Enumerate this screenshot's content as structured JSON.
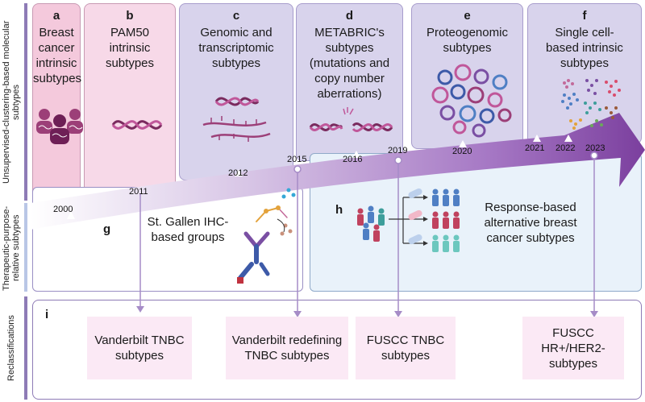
{
  "side_labels": {
    "top": "Unsupervised-clustering-based molecular subtypes",
    "middle": "Therapeutic-purpose-relative subtypes",
    "bottom": "Reclassifications"
  },
  "panels": {
    "a": {
      "letter": "a",
      "title": "Breast cancer intrinsic subtypes"
    },
    "b": {
      "letter": "b",
      "title": "PAM50 intrinsic subtypes"
    },
    "c": {
      "letter": "c",
      "title": "Genomic and transcriptomic subtypes"
    },
    "d": {
      "letter": "d",
      "title": "METABRIC's subtypes (mutations and copy number aberrations)"
    },
    "e": {
      "letter": "e",
      "title": "Proteogenomic subtypes"
    },
    "f": {
      "letter": "f",
      "title": "Single cell-based intrinsic subtypes"
    },
    "g": {
      "letter": "g",
      "title": "St. Gallen IHC-based groups"
    },
    "h": {
      "letter": "h",
      "title": "Response-based alternative breast cancer subtypes"
    },
    "i": {
      "letter": "i"
    }
  },
  "years": [
    "2000",
    "2011",
    "2012",
    "2015",
    "2016",
    "2019",
    "2020",
    "2021",
    "2022",
    "2023"
  ],
  "reclassifications": [
    "Vanderbilt TNBC subtypes",
    "Vanderbilt redefining TNBC subtypes",
    "FUSCC TNBC subtypes",
    "FUSCC HR+/HER2- subtypes"
  ],
  "colors": {
    "pink_panel": "#f4c9dc",
    "purple_panel": "#d8d3ec",
    "arrow_dark": "#7b3f9e",
    "blue_panel": "#e9f2fa",
    "recl_box": "#fbe9f5"
  }
}
